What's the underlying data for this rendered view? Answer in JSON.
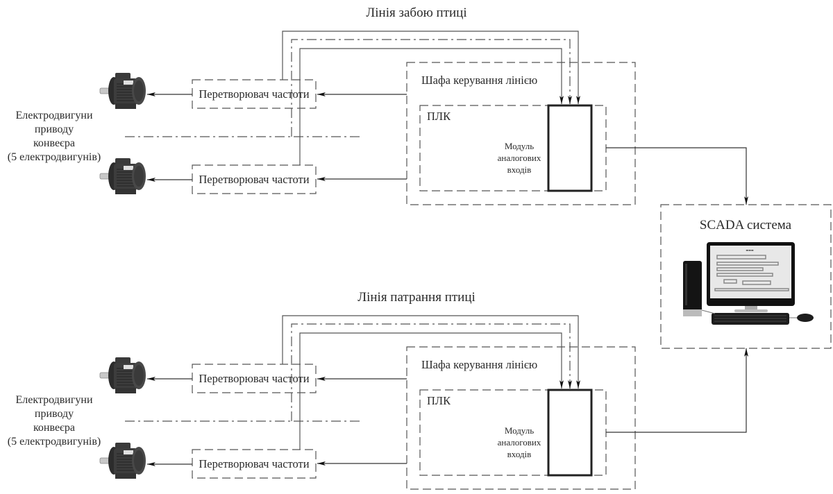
{
  "lines": [
    {
      "id": "slaughter",
      "title": "Лінія забою птиці",
      "converter_label": "Перетворювач частоти",
      "cabinet_label": "Шафа керування лінією",
      "plc_label": "ПЛК",
      "module_label": [
        "Модуль",
        "аналогових",
        "входів"
      ],
      "motors_label": [
        "Електродвигуни",
        "приводу",
        "конвеєра",
        "(5 електродвигунів)"
      ]
    },
    {
      "id": "evisceration",
      "title": "Лінія патрання птиці",
      "converter_label": "Перетворювач частоти",
      "cabinet_label": "Шафа керування лінією",
      "plc_label": "ПЛК",
      "module_label": [
        "Модуль",
        "аналогових",
        "входів"
      ],
      "motors_label": [
        "Електродвигуни",
        "приводу",
        "конвеєра",
        "(5 електродвигунів)"
      ]
    }
  ],
  "scada": {
    "label": "SCADA система",
    "icon": "desktop-computer-icon"
  },
  "icons": {
    "motor": "electric-motor-icon"
  }
}
